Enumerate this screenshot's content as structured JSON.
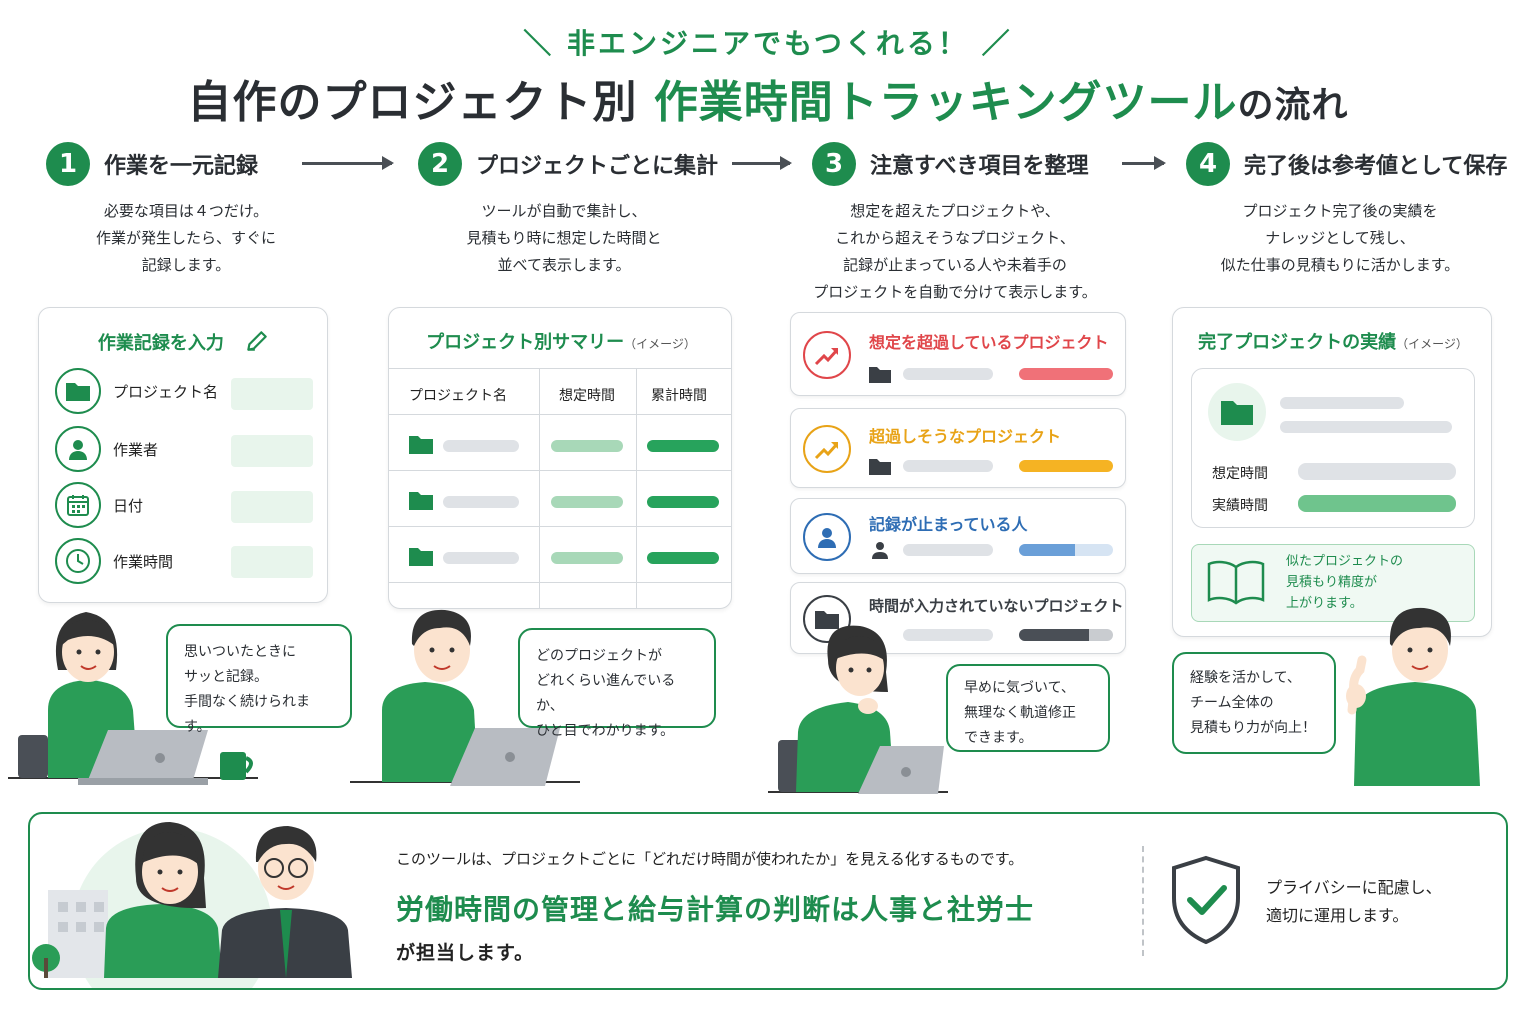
{
  "header": {
    "subtitle": "＼ 非エンジニアでもつくれる！ ／",
    "title_a": "自作のプロジェクト別 ",
    "title_b": "作業時間トラッキングツール",
    "title_c": "の流れ"
  },
  "steps": [
    {
      "num": "1",
      "label": "作業を一元記録",
      "desc": [
        "必要な項目は４つだけ。",
        "作業が発生したら、すぐに",
        "記録します。"
      ]
    },
    {
      "num": "2",
      "label": "プロジェクトごとに集計",
      "desc": [
        "ツールが自動で集計し、",
        "見積もり時に想定した時間と",
        "並べて表示します。"
      ]
    },
    {
      "num": "3",
      "label": "注意すべき項目を整理",
      "desc": [
        "想定を超えたプロジェクトや、",
        "これから超えそうなプロジェクト、",
        "記録が止まっている人や未着手の",
        "プロジェクトを自動で分けて表示します。"
      ]
    },
    {
      "num": "4",
      "label": "完了後は参考値として保存",
      "desc": [
        "プロジェクト完了後の実績を",
        "ナレッジとして残し、",
        "似た仕事の見積もりに活かします。"
      ]
    }
  ],
  "card1": {
    "title": "作業記録を入力",
    "fields": [
      "プロジェクト名",
      "作業者",
      "日付",
      "作業時間"
    ]
  },
  "card2": {
    "title": "プロジェクト別サマリー",
    "tag": "（イメージ）",
    "headers": [
      "プロジェクト名",
      "想定時間",
      "累計時間"
    ]
  },
  "card3": {
    "alerts": [
      {
        "label": "想定を超過しているプロジェクト",
        "color": "#e0464a",
        "bar": "#f07178",
        "fill": 1.0
      },
      {
        "label": "超過しそうなプロジェクト",
        "color": "#e8a317",
        "bar": "#f5b323",
        "fill": 1.0
      },
      {
        "label": "記録が止まっている人",
        "color": "#2e6db4",
        "bar": "#6a9fd8",
        "fill": 0.6
      },
      {
        "label": "時間が入力されていないプロジェクト",
        "color": "#3a3f45",
        "bar": "#4a4f56",
        "fill": 0.75
      }
    ]
  },
  "card4": {
    "title": "完了プロジェクトの実績",
    "tag": "（イメージ）",
    "row1": "想定時間",
    "row2": "実績時間",
    "note": [
      "似たプロジェクトの",
      "見積もり精度が",
      "上がります。"
    ]
  },
  "bubbles": [
    [
      "思いついたときに",
      "サッと記録。",
      "手間なく続けられます。"
    ],
    [
      "どのプロジェクトが",
      "どれくらい進んでいるか、",
      "ひと目でわかります。"
    ],
    [
      "早めに気づいて、",
      "無理なく軌道修正",
      "できます。"
    ],
    [
      "経験を活かして、",
      "チーム全体の",
      "見積もり力が向上！"
    ]
  ],
  "footer": {
    "line1": "このツールは、プロジェクトごとに「どれだけ時間が使われたか」を見える化するものです。",
    "line2": "労働時間の管理と給与計算の判断は人事と社労士",
    "line3": "が担当します。",
    "privacy": [
      "プライバシーに配慮し、",
      "適切に運用します。"
    ]
  },
  "colors": {
    "accent": "#1e8c4e",
    "text": "#2a2e33"
  }
}
